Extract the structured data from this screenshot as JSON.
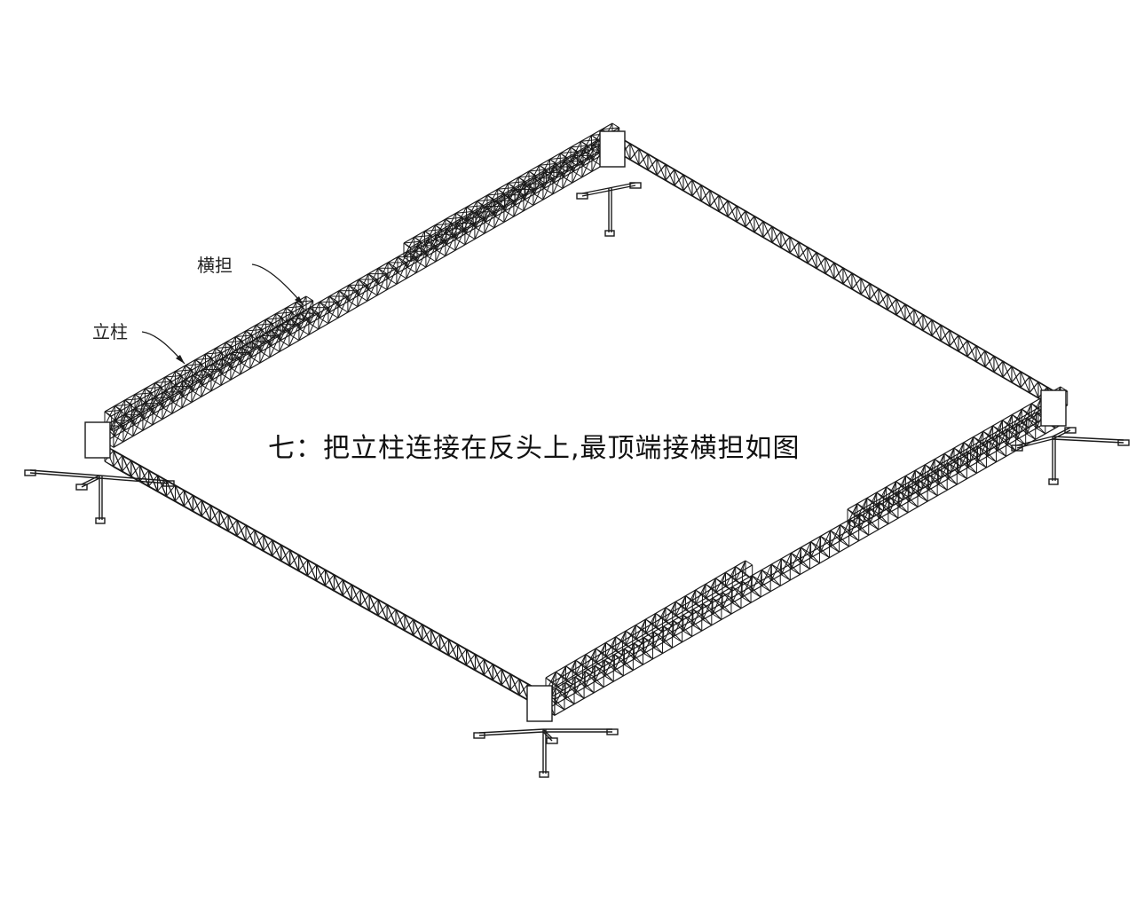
{
  "diagram": {
    "caption": "七：把立柱连接在反头上,最顶端接横担如图",
    "labels": {
      "beam": "横担",
      "post": "立柱"
    },
    "colors": {
      "line": "#1a1a1a",
      "background": "#ffffff"
    }
  }
}
